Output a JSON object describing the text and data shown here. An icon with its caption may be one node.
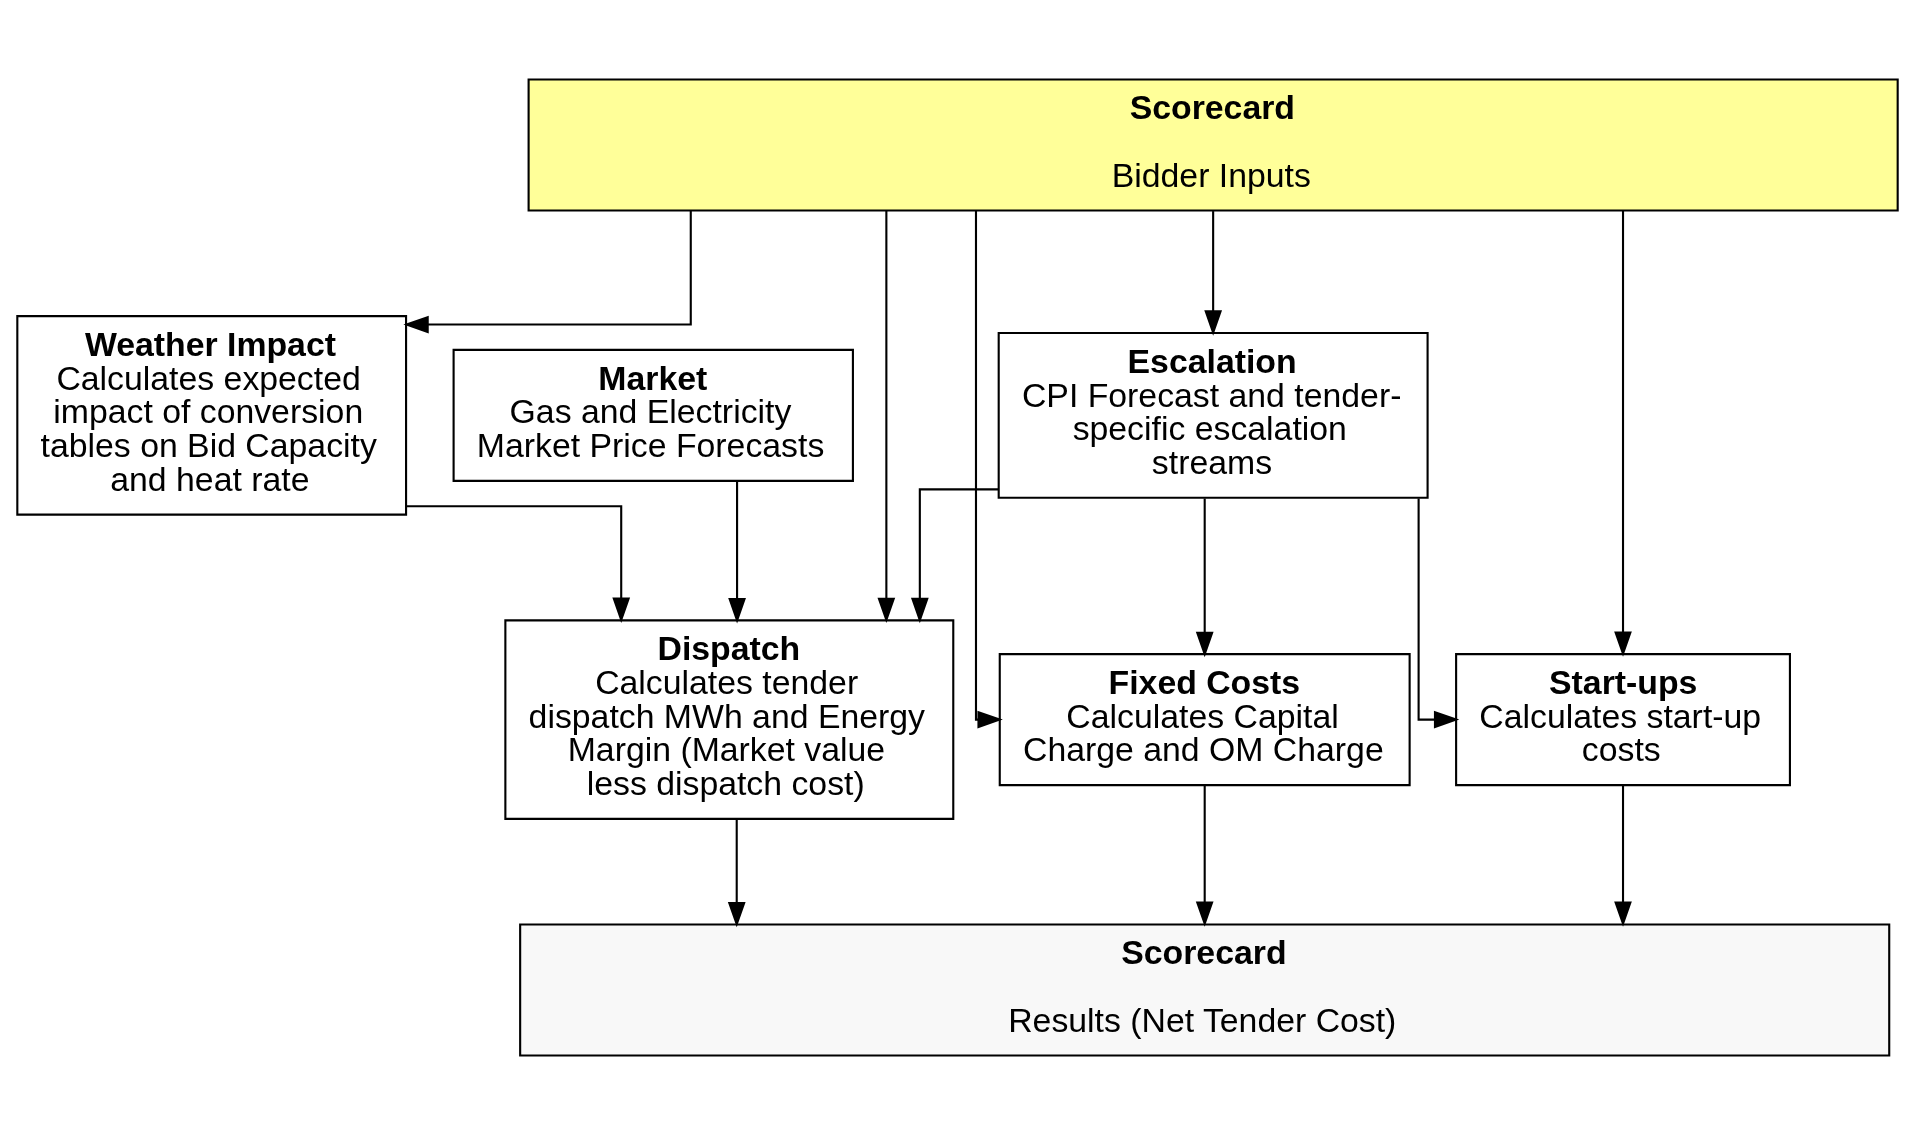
{
  "diagram": {
    "nodes": [
      {
        "text": [
          "Scorecard",
          "Bidder Inputs"
        ]
      },
      {
        "text": [
          "Market",
          "Gas and Electricity Market Price Forecasts"
        ]
      },
      {
        "text": [
          "Weather Impact",
          "Calculates expected impact of conversion tables on Bid Capacity and heat rate"
        ]
      },
      {
        "text": [
          "Escalation",
          "CPI Forecast and tender-specific escalation streams"
        ]
      },
      {
        "text": [
          "Dispatch",
          "Calculates tender dispatch MWh and Energy Margin (Market value less dispatch cost)"
        ]
      },
      {
        "text": [
          "Fixed Costs",
          "Calculates Capital Charge and OM Charge"
        ]
      },
      {
        "text": [
          "Start-ups",
          "Calculates start-up costs"
        ]
      },
      {
        "text": [
          "Scorecard",
          "Results (Net Tender Cost)"
        ]
      }
    ],
    "edges": [
      {
        "from": 0,
        "to": 2,
        "arrow": "to"
      },
      {
        "from": 0,
        "to": 4,
        "arrow": "to"
      },
      {
        "from": 0,
        "to": 3,
        "arrow": "to"
      },
      {
        "from": 0,
        "to": 5,
        "arrow": "to"
      },
      {
        "from": 0,
        "to": 6,
        "arrow": "to"
      },
      {
        "from": 1,
        "to": 4,
        "arrow": "to"
      },
      {
        "from": 2,
        "to": 4,
        "arrow": "to"
      },
      {
        "from": 3,
        "to": 4,
        "arrow": "to"
      },
      {
        "from": 3,
        "to": 5,
        "arrow": "to"
      },
      {
        "from": 3,
        "to": 6,
        "arrow": "to"
      },
      {
        "from": 4,
        "to": 7,
        "arrow": "to"
      },
      {
        "from": 5,
        "to": 7,
        "arrow": "to"
      },
      {
        "from": 6,
        "to": 7,
        "arrow": "to"
      }
    ]
  }
}
